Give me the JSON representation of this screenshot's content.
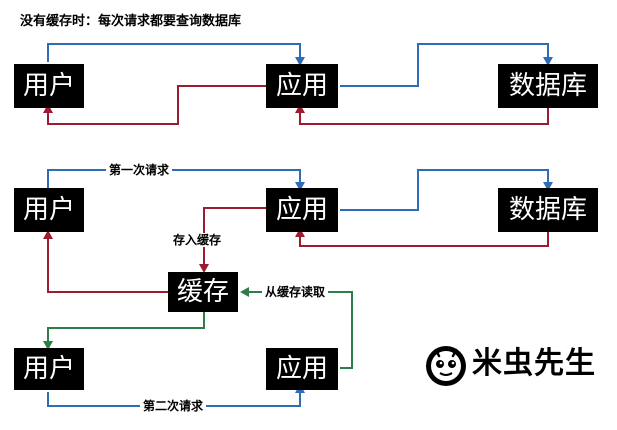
{
  "title": "没有缓存时：每次请求都要查询数据库",
  "nodes": {
    "user_top": "用户",
    "app_top": "应用",
    "db_top": "数据库",
    "user_mid": "用户",
    "app_mid": "应用",
    "db_mid": "数据库",
    "cache": "缓存",
    "user_bot": "用户",
    "app_bot": "应用"
  },
  "labels": {
    "first_request": "第一次请求",
    "store_cache": "存入缓存",
    "read_cache": "从缓存读取",
    "second_request": "第二次请求"
  },
  "colors": {
    "request": "#2e6db5",
    "response": "#9b1b30",
    "cache_path": "#2f7d4a"
  },
  "logo": {
    "icon": "bug-mascot-icon",
    "text": "米虫先生"
  }
}
